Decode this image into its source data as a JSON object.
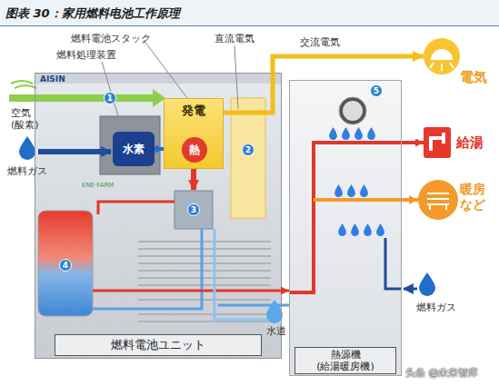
{
  "diagram": {
    "title": "图表 30：家用燃料电池工作原理",
    "nodes": [
      {
        "text": [
          "燃料電池ユニット"
        ]
      },
      {
        "text": [
          "水素"
        ],
        "in": 0
      },
      {
        "text": [
          "発電"
        ],
        "in": 0
      },
      {
        "text": [
          "熱"
        ],
        "in": 2
      },
      {
        "text": [
          "熱源機 (給湯暖房機)"
        ]
      },
      {
        "text": [
          "電気"
        ]
      },
      {
        "text": [
          "給湯"
        ]
      },
      {
        "text": [
          "暖房 など"
        ]
      }
    ],
    "edges": [
      {
        "from": 1,
        "to": 2,
        "arrow": "to"
      },
      {
        "from": 2,
        "to": 5,
        "arrow": "to"
      },
      {
        "from": 0,
        "to": 4,
        "arrow": "to"
      },
      {
        "from": 4,
        "to": 6,
        "arrow": "to"
      },
      {
        "from": 4,
        "to": 7,
        "arrow": "to"
      }
    ],
    "labels": [
      "燃料電池スタック",
      "燃料処理装置",
      "直流電気",
      "交流電気",
      "空気 (酸素)",
      "燃料ガス",
      "燃料ガス",
      "水道",
      "1",
      "2",
      "3",
      "4",
      "5",
      "AISIN",
      "ENE·FARM",
      "头条 @未来智库"
    ]
  }
}
